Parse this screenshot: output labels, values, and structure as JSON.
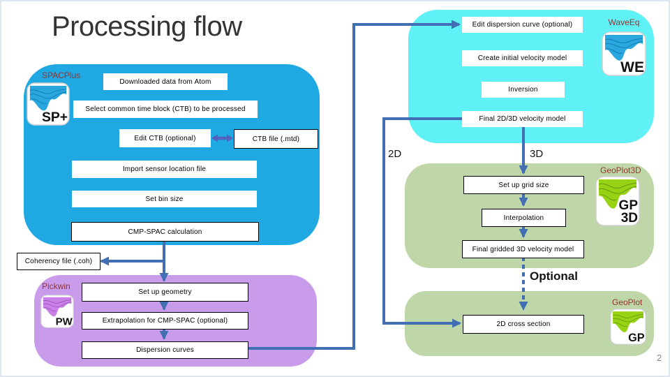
{
  "title": "Processing flow",
  "page_number": "2",
  "branch_labels": {
    "left": "2D",
    "right": "3D",
    "optional": "Optional"
  },
  "colors": {
    "spacplus_region": "#1fa8e2",
    "pickwin_region": "#c99ceb",
    "waveeq_region": "#60f1f7",
    "geoplot_region": "#bed6a8",
    "connector_blue": "#426eb4",
    "double_arrow_purple": "#5562bd",
    "app_label_red": "#943634"
  },
  "spacplus": {
    "label": "SPACPlus",
    "logo": "SP+",
    "downloaded": "Downloaded data from Atom",
    "select_ctb": "Select common time block (CTB) to be processed",
    "edit_ctb": "Edit CTB (optional)",
    "ctb_file": "CTB file (.mtd)",
    "import_sensor": "Import sensor location file",
    "set_bin": "Set bin size",
    "cmp_spac": "CMP-SPAC calculation"
  },
  "coherency_file": "Coherency file (.coh)",
  "pickwin": {
    "label": "Pickwin",
    "logo": "PW",
    "setup_geometry": "Set up geometry",
    "extrapolation": "Extrapolation for CMP-SPAC (optional)",
    "dispersion": "Dispersion curves"
  },
  "waveeq": {
    "label": "WaveEq",
    "logo": "WE",
    "edit_dispersion": "Edit dispersion curve (optional)",
    "create_model": "Create initial velocity model",
    "inversion": "Inversion",
    "final_model": "Final 2D/3D velocity model"
  },
  "geoplot3d": {
    "label": "GeoPlot3D",
    "logo_line1": "GP",
    "logo_line2": "3D",
    "grid_size": "Set up grid size",
    "interpolation": "Interpolation",
    "final_gridded": "Final gridded 3D velocity model"
  },
  "geoplot": {
    "label": "GeoPlot",
    "logo": "GP",
    "cross_section": "2D cross section"
  }
}
